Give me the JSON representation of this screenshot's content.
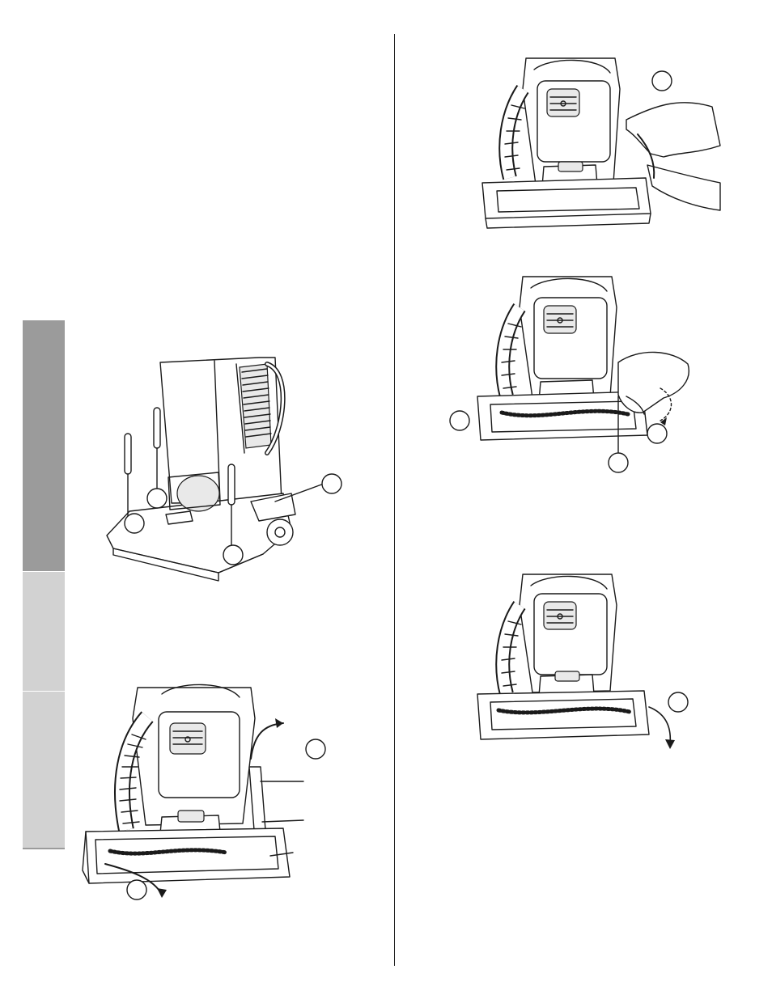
{
  "page": {
    "section_tabs": [
      {
        "name": "active",
        "color": "#9b9b9b"
      },
      {
        "name": "inactive",
        "color": "#d2d2d2"
      },
      {
        "name": "inactive",
        "color": "#d2d2d2"
      }
    ]
  },
  "figures": [
    {
      "id": "belt-access-screws",
      "callouts": 4
    },
    {
      "id": "cover-removed-belt",
      "callouts": 2,
      "leader_lines": 3
    },
    {
      "id": "remove-belt-hands",
      "callouts": 1
    },
    {
      "id": "install-brushroll",
      "callouts": 3,
      "shows_rotation_arrow": true
    },
    {
      "id": "brushroll-in-place",
      "callouts": 1
    }
  ]
}
